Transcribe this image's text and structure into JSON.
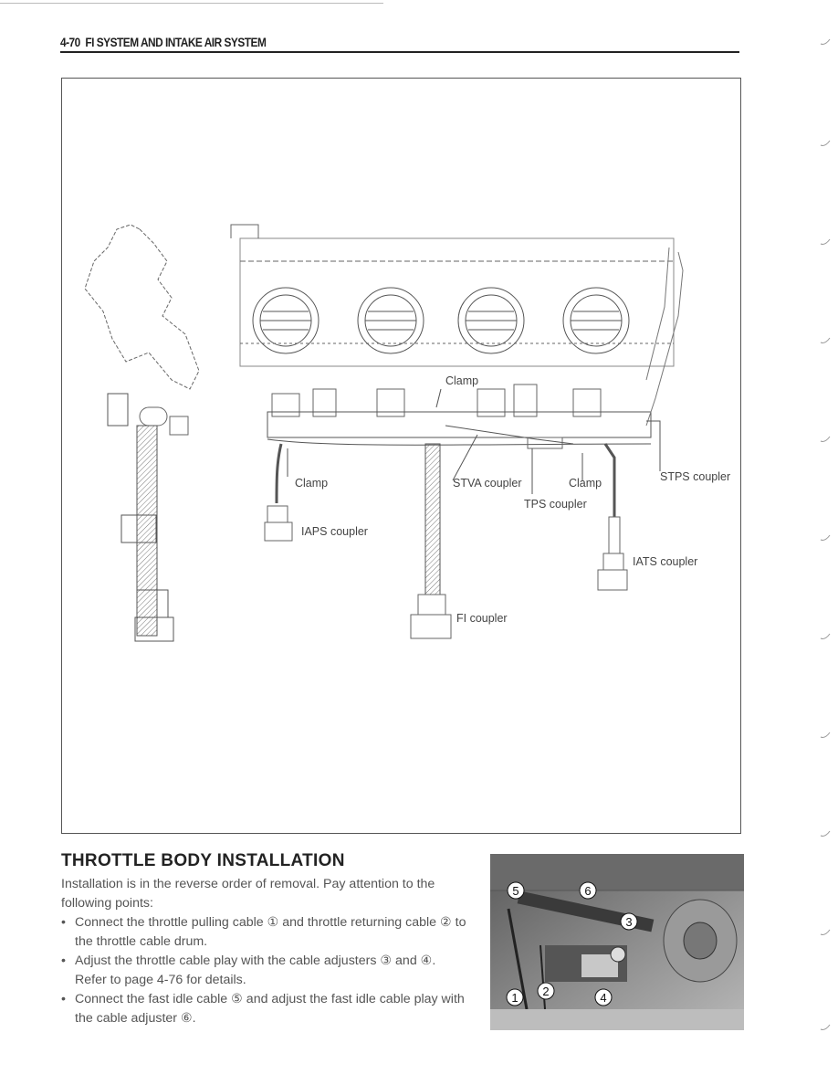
{
  "header": {
    "page_ref": "4-70",
    "section": "FI SYSTEM AND INTAKE AIR SYSTEM"
  },
  "figure": {
    "labels": {
      "clamp_top": "Clamp",
      "clamp_left": "Clamp",
      "clamp_right": "Clamp",
      "stva": "STVA coupler",
      "tps": "TPS coupler",
      "stps": "STPS coupler",
      "iaps": "IAPS coupler",
      "iats": "IATS coupler",
      "fi": "FI coupler"
    }
  },
  "section": {
    "title": "THROTTLE BODY INSTALLATION",
    "intro": "Installation is in the reverse order of removal. Pay attention to the following points:",
    "bullets": [
      "Connect the throttle pulling cable ① and throttle returning cable ② to the throttle cable drum.",
      "Adjust the throttle cable play with the cable adjusters ③ and ④.",
      "Connect the fast idle cable ⑤ and adjust the fast idle cable play with the cable adjuster ⑥."
    ],
    "note": "Refer to page 4-76 for details."
  },
  "photo": {
    "callouts": [
      "1",
      "2",
      "3",
      "4",
      "5",
      "6"
    ]
  }
}
